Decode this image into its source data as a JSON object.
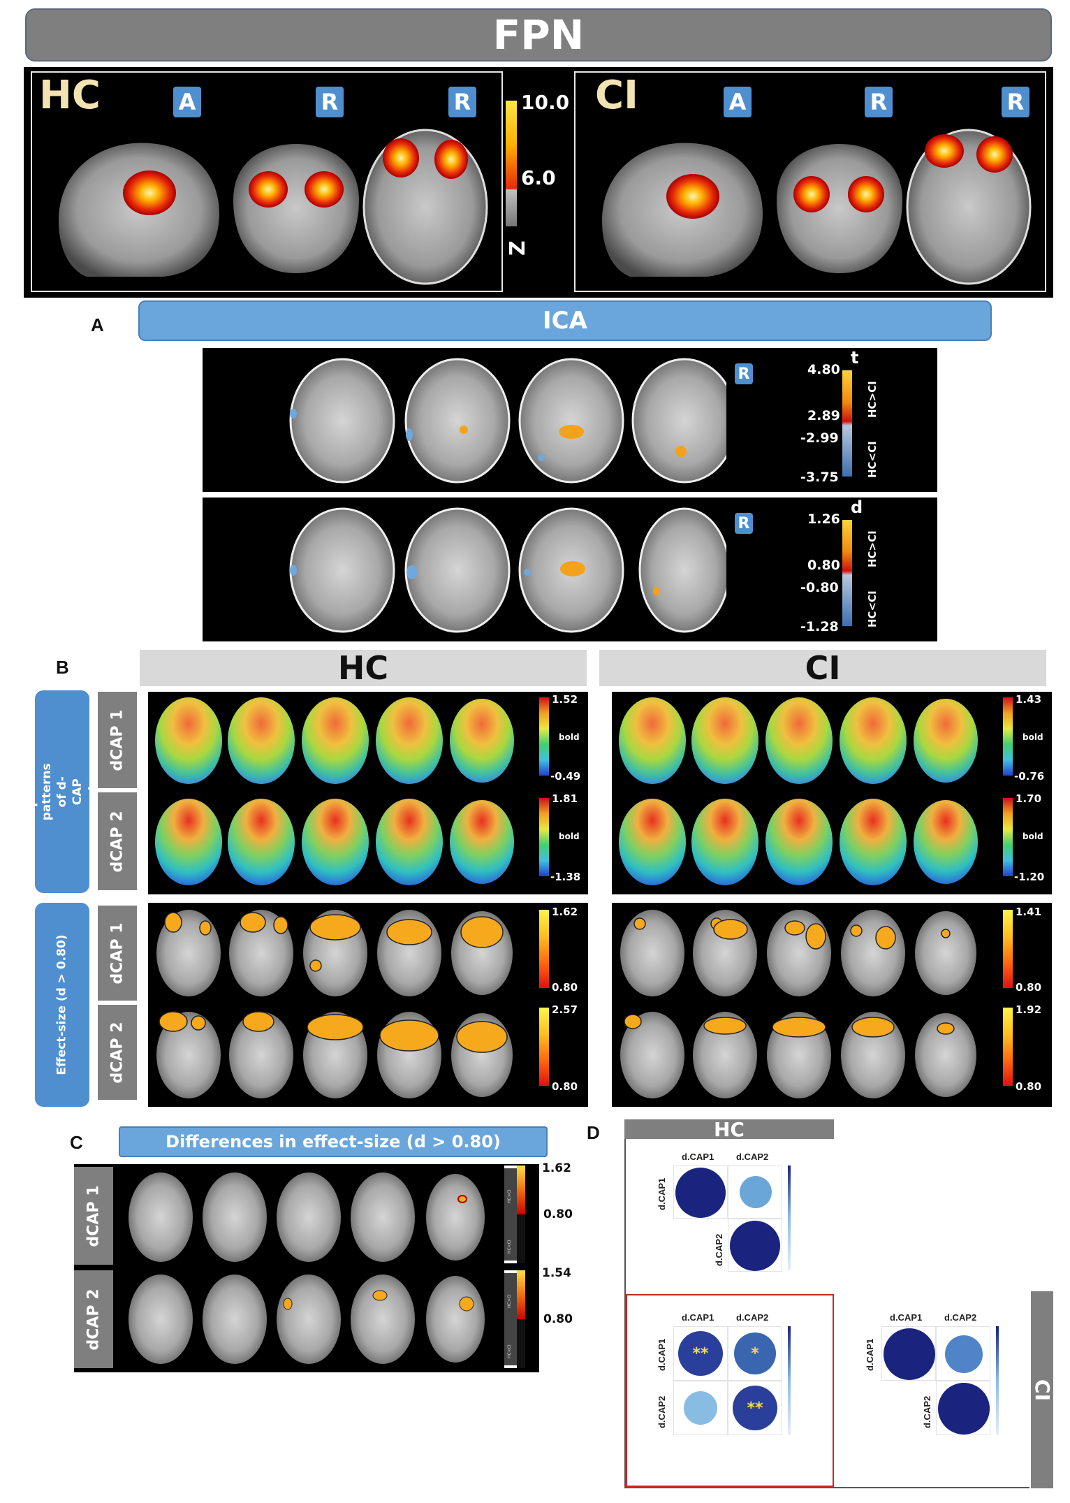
{
  "top": {
    "title": "FPN",
    "groups": [
      {
        "label": "HC",
        "orientation": [
          "A",
          "R",
          "R"
        ]
      },
      {
        "label": "CI",
        "orientation": [
          "A",
          "R",
          "R"
        ]
      }
    ],
    "colorbar": {
      "max": "10.0",
      "thr": "6.0",
      "unit": "Z"
    }
  },
  "panel_a": {
    "letter": "A",
    "title": "ICA",
    "rows": [
      {
        "orient": "R",
        "stat": "t",
        "v1": "4.80",
        "v2": "2.89",
        "v3": "-2.99",
        "v4": "-3.75",
        "pos": "HC>CI",
        "neg": "HC<CI"
      },
      {
        "orient": "R",
        "stat": "d",
        "v1": "1.26",
        "v2": "0.80",
        "v3": "-0.80",
        "v4": "-1.28",
        "pos": "HC>CI",
        "neg": "HC<CI"
      }
    ]
  },
  "panel_b": {
    "letter": "B",
    "groups": [
      "HC",
      "CI"
    ],
    "section1_label": "Spatial patterns of d-CAP sets",
    "section2_label": "Effect-size (d > 0.80)",
    "caps": [
      "dCAP 1",
      "dCAP 2"
    ],
    "bold_label": "bold",
    "spatial_scales": {
      "hc": [
        {
          "max": "1.52",
          "min": "-0.49"
        },
        {
          "max": "1.81",
          "min": "-1.38"
        }
      ],
      "ci": [
        {
          "max": "1.43",
          "min": "-0.76"
        },
        {
          "max": "1.70",
          "min": "-1.20"
        }
      ]
    },
    "effect_scales": {
      "hc": [
        {
          "max": "1.62",
          "min": "0.80"
        },
        {
          "max": "2.57",
          "min": "0.80"
        }
      ],
      "ci": [
        {
          "max": "1.41",
          "min": "0.80"
        },
        {
          "max": "1.92",
          "min": "0.80"
        }
      ]
    }
  },
  "panel_c": {
    "letter": "C",
    "title": "Differences in effect-size (d > 0.80)",
    "caps": [
      "dCAP 1",
      "dCAP 2"
    ],
    "scales": [
      {
        "max": "1.62",
        "min": "0.80"
      },
      {
        "max": "1.54",
        "min": "0.80"
      }
    ],
    "pos": "HC>CI",
    "neg": "HC<CI"
  },
  "panel_d": {
    "letter": "D",
    "hc_label": "HC",
    "ci_label": "CI",
    "col_labels": [
      "d.CAP1",
      "d.CAP2"
    ],
    "row_labels": [
      "d.CAP1",
      "d.CAP2"
    ],
    "diff_stars": [
      "**",
      "*",
      "**"
    ]
  },
  "colors": {
    "grey_bar": "#7f7f7f",
    "blue_bar": "#6aa6dc",
    "dark_circle": "#1a237e",
    "mid_circle": "#3f6fb5",
    "light_circle": "#89bce3",
    "star": "#f0e040",
    "diff_frame": "#c62828"
  }
}
